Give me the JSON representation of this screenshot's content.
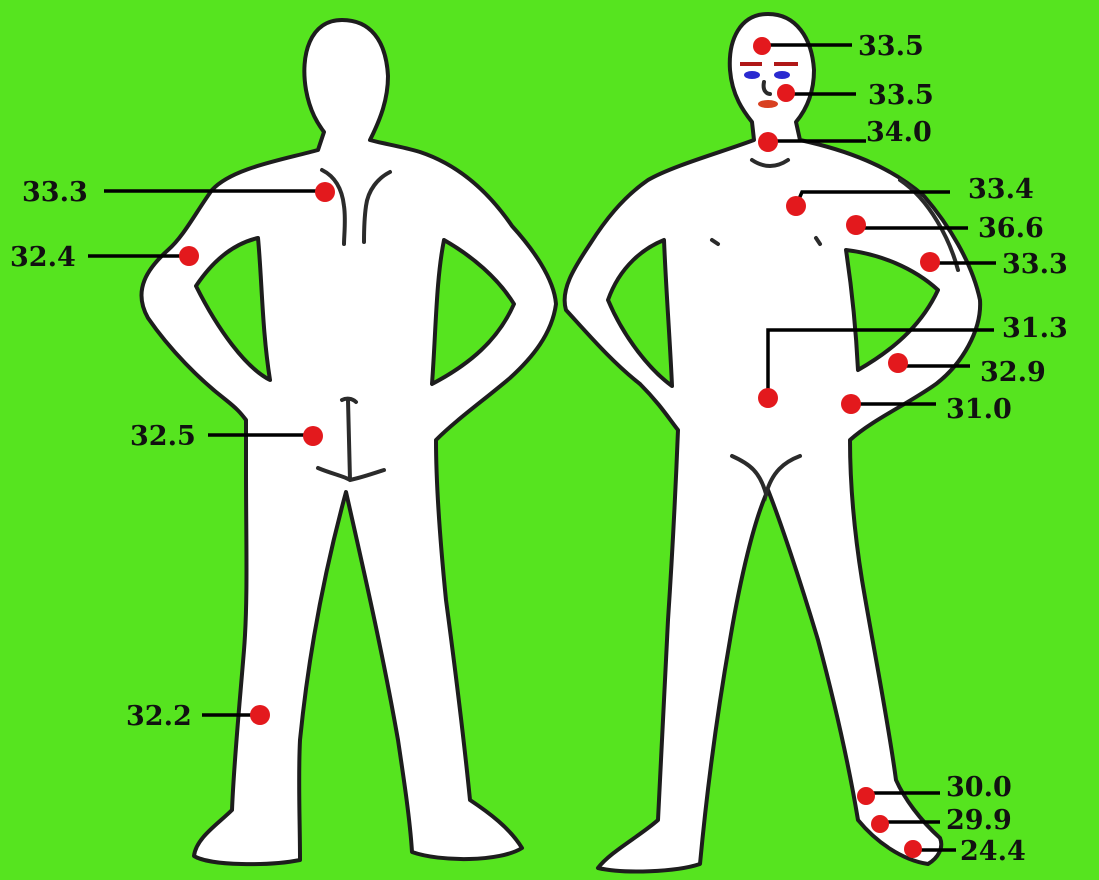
{
  "colors": {
    "background": "#56e41f",
    "body_fill": "#ffffff",
    "outline": "#1d1d1d",
    "marker": "#e3191d",
    "text": "#111111"
  },
  "figures": {
    "back": {
      "readings": [
        {
          "id": "upper-back",
          "value": "33.3"
        },
        {
          "id": "upper-arm",
          "value": "32.4"
        },
        {
          "id": "buttock",
          "value": "32.5"
        },
        {
          "id": "calf",
          "value": "32.2"
        }
      ]
    },
    "front": {
      "readings": [
        {
          "id": "forehead",
          "value": "33.5"
        },
        {
          "id": "cheek",
          "value": "33.5"
        },
        {
          "id": "neck",
          "value": "34.0"
        },
        {
          "id": "chest",
          "value": "33.4"
        },
        {
          "id": "armpit",
          "value": "36.6"
        },
        {
          "id": "upper-arm",
          "value": "33.3"
        },
        {
          "id": "abdomen",
          "value": "31.3"
        },
        {
          "id": "forearm",
          "value": "32.9"
        },
        {
          "id": "hand",
          "value": "31.0"
        },
        {
          "id": "ankle",
          "value": "30.0"
        },
        {
          "id": "foot",
          "value": "29.9"
        },
        {
          "id": "toe",
          "value": "24.4"
        }
      ]
    }
  }
}
